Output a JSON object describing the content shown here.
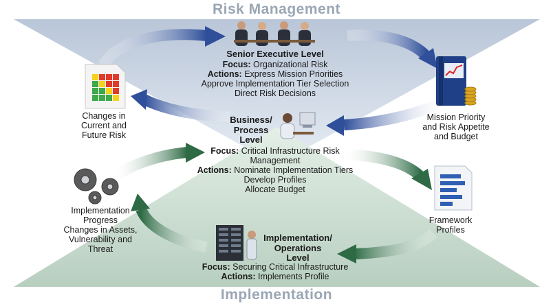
{
  "titles": {
    "top": "Risk Management",
    "bottom": "Implementation"
  },
  "senior": {
    "title": "Senior Executive Level",
    "focus_label": "Focus:",
    "focus_text": "Organizational Risk",
    "actions_label": "Actions:",
    "actions_text": "Express Mission Priorities",
    "line3": "Approve Implementation Tier Selection",
    "line4": "Direct Risk Decisions"
  },
  "business": {
    "title_1": "Business/",
    "title_2": "Process",
    "title_3": "Level",
    "focus_label": "Focus:",
    "focus_text": "Critical Infrastructure Risk",
    "focus_text_2": "Management",
    "actions_label": "Actions:",
    "actions_text": "Nominate Implementation Tiers",
    "line3": "Develop Profiles",
    "line4": "Allocate Budget"
  },
  "implementation": {
    "title_1": "Implementation/",
    "title_2": "Operations",
    "title_3": "Level",
    "focus_label": "Focus:",
    "focus_text": "Securing Critical Infrastructure",
    "actions_label": "Actions:",
    "actions_text": "Implements Profile"
  },
  "side_labels": {
    "changes_risk": [
      "Changes in",
      "Current and",
      "Future Risk"
    ],
    "mission": [
      "Mission Priority",
      "and Risk Appetite",
      "and Budget"
    ],
    "framework": [
      "Framework",
      "Profiles"
    ],
    "progress": [
      "Implementation",
      "Progress",
      "Changes in Assets,",
      "Vulnerability and",
      "Threat"
    ]
  },
  "colors": {
    "top_triangle": "#cdd8e6",
    "bottom_triangle": "#cfe0d4",
    "blue_arrow": "#2f4f9a",
    "green_arrow": "#2e6b45",
    "title_gray": "#9aa6b4"
  },
  "icons": [
    "executives-icon",
    "risk-heatmap-icon",
    "binder-chart-icon",
    "worker-computer-icon",
    "gears-icon",
    "profile-document-icon",
    "server-room-icon"
  ]
}
